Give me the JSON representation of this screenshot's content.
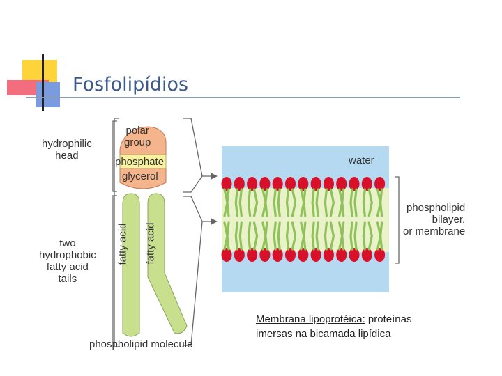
{
  "title": "Fosfolipídios",
  "diagram": {
    "head_label": "hydrophilic\nhead",
    "tails_label": "two\nhydrophobic\nfatty acid\ntails",
    "polar_group": "polar\ngroup",
    "phosphate": "phosphate",
    "glycerol": "glycerol",
    "fatty_acid_1": "fatty acid",
    "fatty_acid_2": "fatty acid",
    "molecule_label": "phospholipid molecule",
    "water": "water",
    "bilayer_label": "phospholipid\nbilayer,\nor membrane"
  },
  "caption": {
    "term": "Membrana lipoprotéica:",
    "text_line1": " proteínas",
    "text_line2": "imersas na bicamada lipídica"
  },
  "colors": {
    "title": "#3a5a8a",
    "head": "#f4b48c",
    "phosphate": "#f8f2a0",
    "tail": "#c8df8e",
    "water": "#b4d9f0",
    "lipid_head": "#d8102a"
  }
}
